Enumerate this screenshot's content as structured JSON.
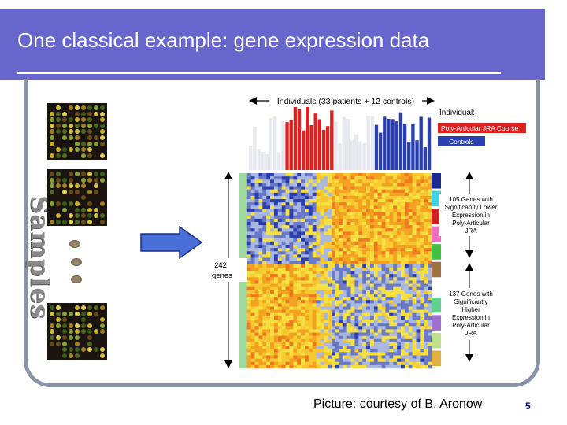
{
  "slide": {
    "title": "One classical example: gene expression data",
    "caption": "Picture: courtesy of B. Aronow",
    "page_number": "5",
    "samples_label": "Samples"
  },
  "figure": {
    "top_label": "Individuals (33 patients + 12 controls)",
    "legend_title": "Individual:",
    "legend_items": [
      {
        "label": "Poly-Articular JRA Course",
        "color": "#dd2222"
      },
      {
        "label": "Controls",
        "color": "#2a3fb0"
      }
    ],
    "left_label_count": "242",
    "left_label_unit": "genes",
    "group1_text": [
      "105 Genes with",
      "Significantly Lower",
      "Expression in",
      "Poly-Articular",
      "JRA"
    ],
    "group2_text": [
      "137 Genes with",
      "Significantly",
      "Higher",
      "Expression in",
      "Poly-Articular",
      "JRA"
    ]
  },
  "colors": {
    "header": "#6666cc",
    "frame": "#8a93a8",
    "arrow_fill": "#4a6fd6",
    "heat_high": "#f08a20",
    "heat_mid": "#f5e040",
    "heat_low": "#2a3fb0"
  }
}
